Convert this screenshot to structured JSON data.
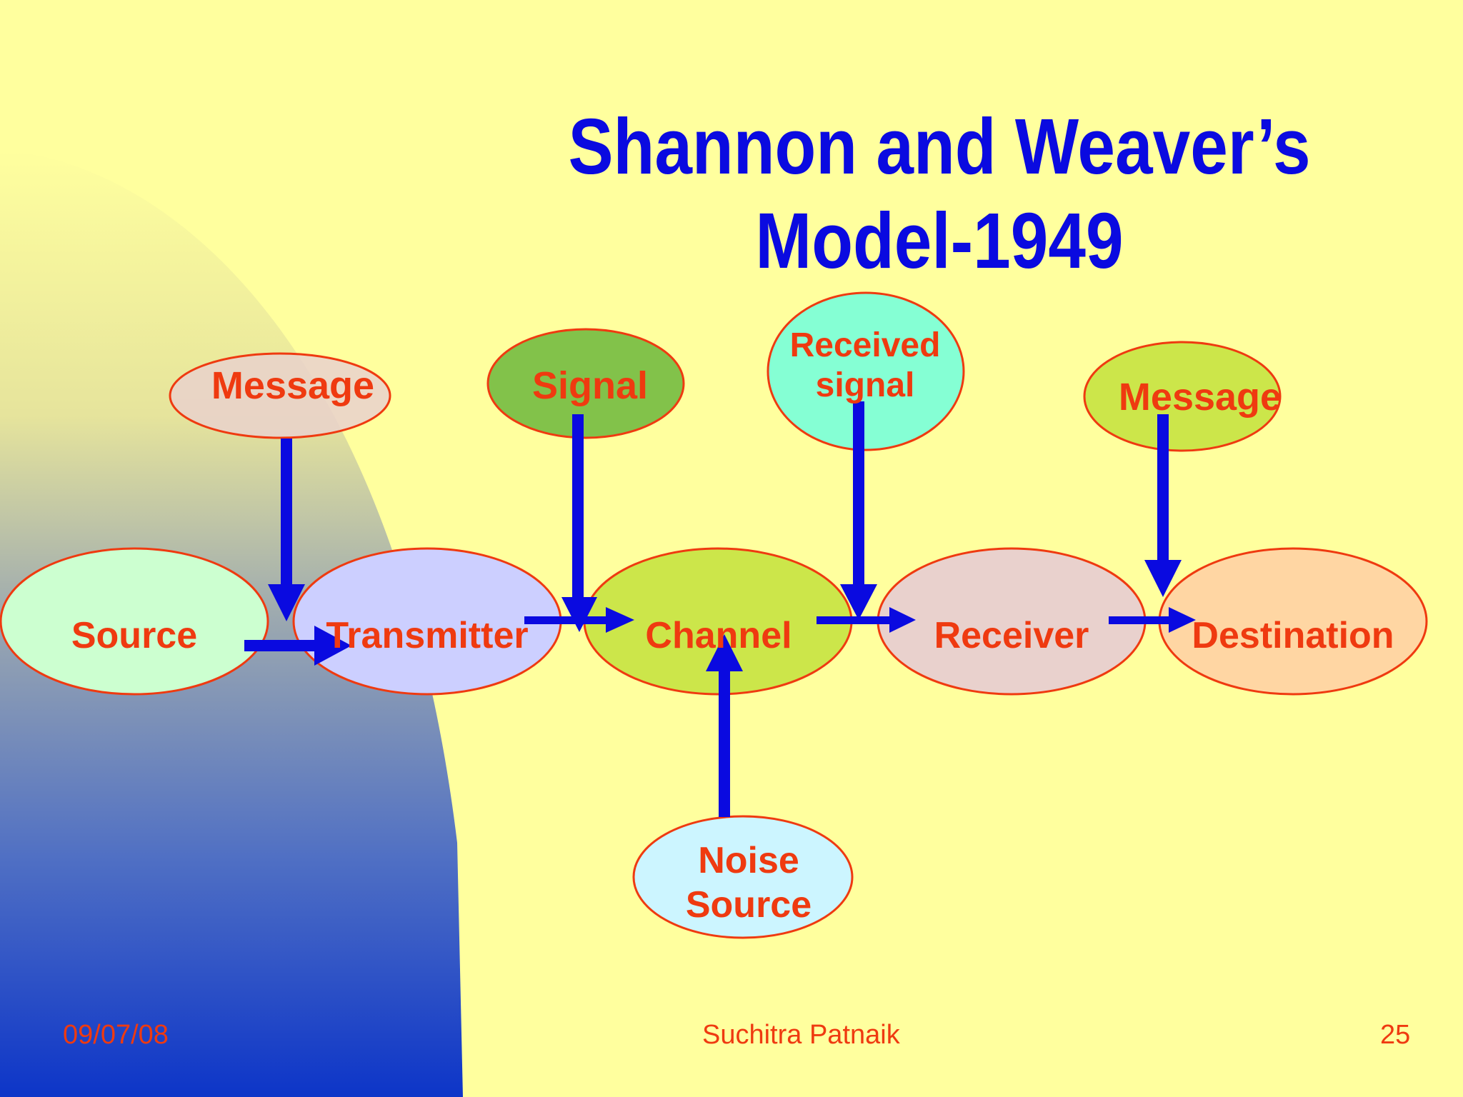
{
  "slide": {
    "title_line1": "Shannon and Weaver’s",
    "title_line2": "Model-1949",
    "colors": {
      "background": "#ffff9e",
      "title": "#0a0ae0",
      "label": "#ef3a10",
      "outline": "#ef3a10",
      "arrow": "#0a0ae0"
    }
  },
  "diagram": {
    "nodes": {
      "source": {
        "label": "Source",
        "fill": "#ccffd0"
      },
      "transmitter": {
        "label": "Transmitter",
        "fill": "#cccfff"
      },
      "channel": {
        "label": "Channel",
        "fill": "#cce64a"
      },
      "receiver": {
        "label": "Receiver",
        "fill": "#e9d1cd"
      },
      "destination": {
        "label": "Destination",
        "fill": "#ffd6a3"
      },
      "message_in": {
        "label": "Message",
        "fill": "#e9d1cd"
      },
      "signal": {
        "label": "Signal",
        "fill": "#82c24a"
      },
      "received_signal": {
        "label_line1": "Received",
        "label_line2": "signal",
        "fill": "#85ffd4"
      },
      "message_out": {
        "label": "Message",
        "fill": "#cce64a"
      },
      "noise_source": {
        "label_line1": "Noise",
        "label_line2": "Source",
        "fill": "#ccf5ff"
      }
    },
    "edges": [
      {
        "from": "source",
        "to": "transmitter"
      },
      {
        "from": "transmitter",
        "to": "channel"
      },
      {
        "from": "channel",
        "to": "receiver"
      },
      {
        "from": "receiver",
        "to": "destination"
      },
      {
        "from": "message_in",
        "to": "transmitter"
      },
      {
        "from": "signal",
        "to": "channel"
      },
      {
        "from": "received_signal",
        "to": "receiver"
      },
      {
        "from": "message_out",
        "to": "destination"
      },
      {
        "from": "noise_source",
        "to": "channel"
      }
    ]
  },
  "footer": {
    "date": "09/07/08",
    "author": "Suchitra Patnaik",
    "page_number": "25"
  }
}
